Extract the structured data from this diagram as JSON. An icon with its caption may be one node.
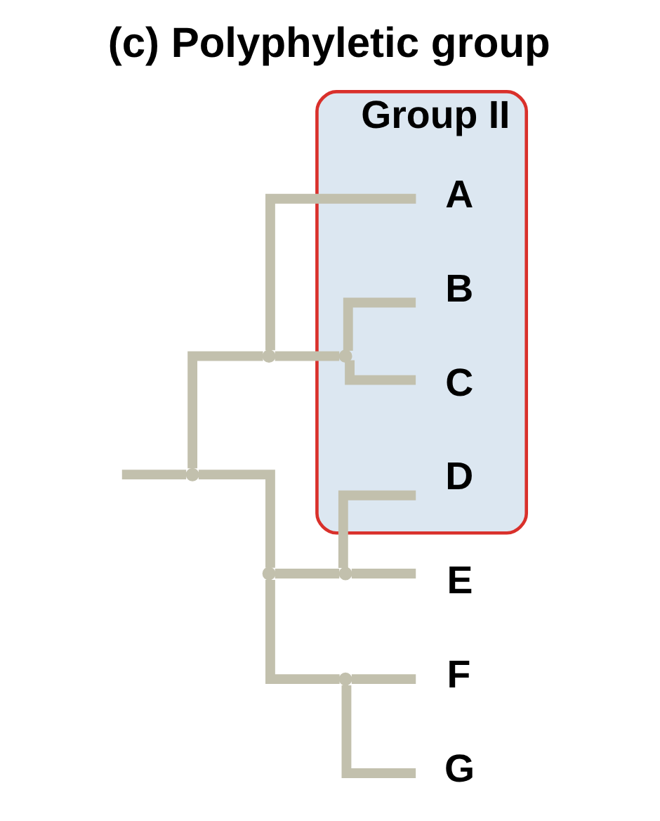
{
  "diagram": {
    "title": "(c) Polyphyletic group",
    "nodes": [
      {
        "text": [
          "Group II"
        ]
      },
      {
        "text": [
          "A"
        ],
        "in": 0
      },
      {
        "text": [
          "B"
        ],
        "in": 0
      },
      {
        "text": [
          "C"
        ],
        "in": 0
      },
      {
        "text": [
          "D"
        ],
        "in": 0
      },
      {
        "text": [
          "E"
        ]
      },
      {
        "text": [
          "F"
        ]
      },
      {
        "text": [
          "G"
        ]
      },
      {
        "text": [],
        "shape": "point"
      },
      {
        "text": [],
        "shape": "point"
      },
      {
        "text": [],
        "shape": "point"
      },
      {
        "text": [],
        "shape": "point",
        "in": 0
      },
      {
        "text": [],
        "shape": "point"
      },
      {
        "text": [],
        "shape": "point"
      }
    ],
    "edges": [
      {
        "from": null,
        "to": 8,
        "arrow": "none"
      },
      {
        "from": 8,
        "to": 9,
        "arrow": "none"
      },
      {
        "from": 8,
        "to": 10,
        "arrow": "none"
      },
      {
        "from": 9,
        "to": 1,
        "arrow": "none"
      },
      {
        "from": 9,
        "to": 11,
        "arrow": "none"
      },
      {
        "from": 11,
        "to": 2,
        "arrow": "none"
      },
      {
        "from": 11,
        "to": 3,
        "arrow": "none"
      },
      {
        "from": 10,
        "to": 12,
        "arrow": "none"
      },
      {
        "from": 10,
        "to": 13,
        "arrow": "none"
      },
      {
        "from": 12,
        "to": 4,
        "arrow": "none"
      },
      {
        "from": 12,
        "to": 5,
        "arrow": "none"
      },
      {
        "from": 13,
        "to": 6,
        "arrow": "none"
      },
      {
        "from": 13,
        "to": 7,
        "arrow": "none"
      }
    ]
  }
}
